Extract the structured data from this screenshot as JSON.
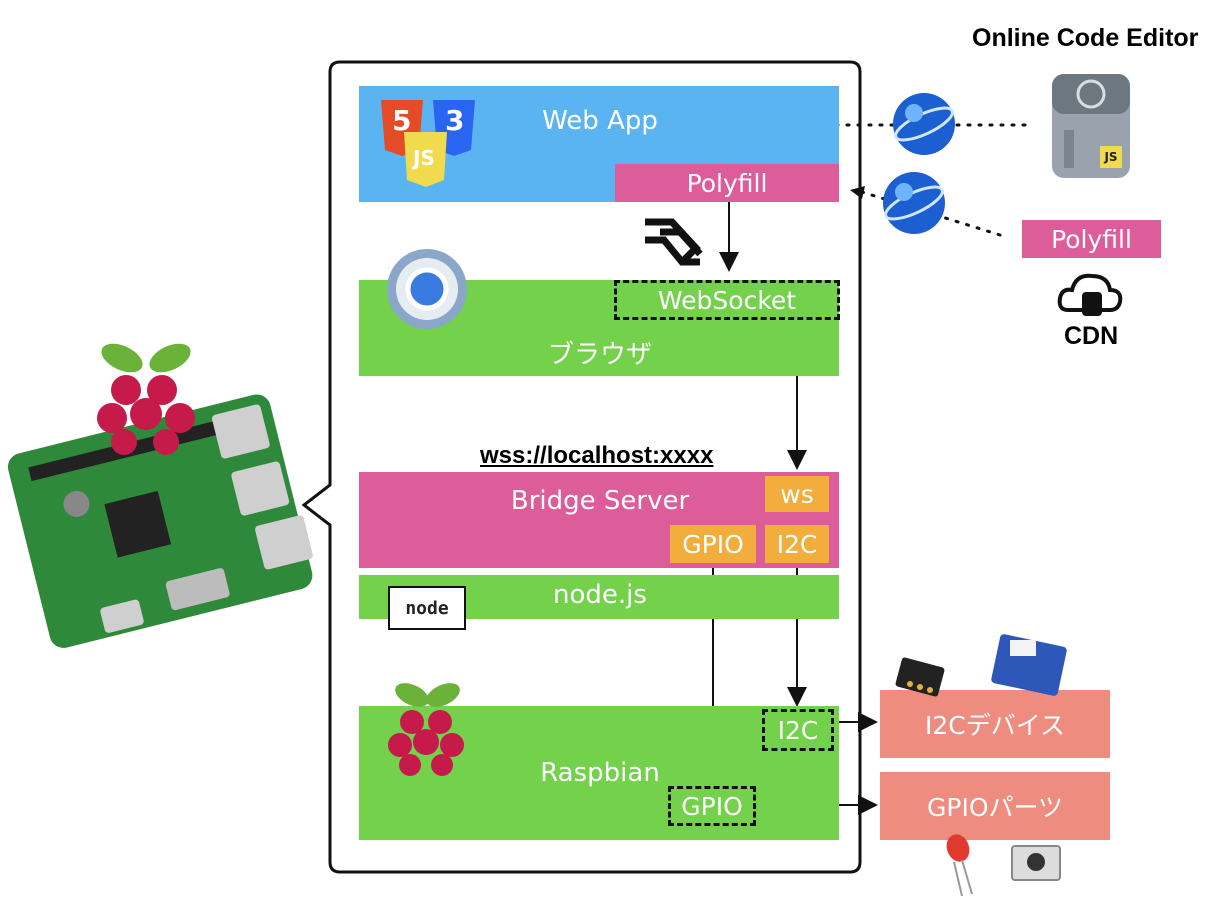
{
  "online_code_editor": "Online Code Editor",
  "cdn_label": "CDN",
  "polyfill_remote": "Polyfill",
  "web_app": {
    "label": "Web App",
    "polyfill": "Polyfill"
  },
  "browser": {
    "label": "ブラウザ",
    "websocket": "WebSocket"
  },
  "url_label": "wss://localhost:xxxx",
  "bridge": {
    "label": "Bridge Server",
    "ws": "ws",
    "gpio": "GPIO",
    "i2c": "I2C"
  },
  "nodejs": {
    "label": "node.js",
    "logo_text": "node"
  },
  "raspbian": {
    "label": "Raspbian",
    "i2c": "I2C",
    "gpio": "GPIO"
  },
  "devices": {
    "i2c_device": "I2Cデバイス",
    "gpio_parts": "GPIOパーツ"
  },
  "html5_logo_text": {
    "html": "5",
    "css": "3",
    "js": "JS"
  },
  "js_badge": "JS",
  "colors": {
    "web_app_blue": "#5bb4f2",
    "polyfill_pink": "#dd5c9a",
    "green": "#74d14b",
    "orange": "#f2ad3c",
    "salmon": "#ef8c80"
  }
}
